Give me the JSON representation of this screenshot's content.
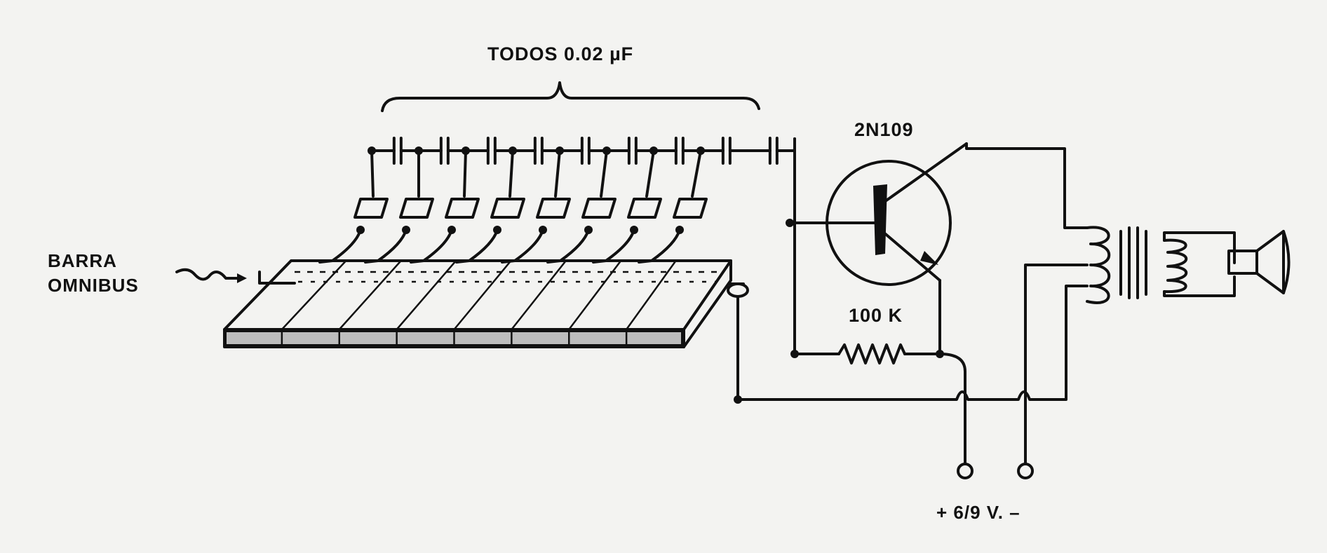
{
  "labels": {
    "capacitors": "TODOS 0.02 µF",
    "transistor": "2N109",
    "bus_bar": "BARRA",
    "bus_bar_2": "OMNIBUS",
    "resistor": "100 K",
    "supply": "+  6/9 V.  –"
  },
  "components": {
    "capacitor_count": 9,
    "key_count": 8,
    "keyboard_segments": 8
  },
  "icons": [
    "speaker-icon",
    "transformer-icon",
    "resistor-icon",
    "transistor-icon"
  ],
  "colors": {
    "ink": "#111111",
    "paper": "#f3f3f1"
  }
}
